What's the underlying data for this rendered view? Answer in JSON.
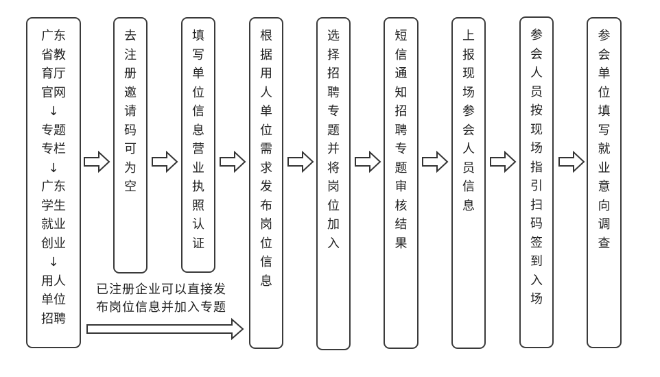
{
  "diagram": {
    "type": "flowchart",
    "direction": "left-to-right",
    "start_box": {
      "lines": [
        "广东",
        "省教",
        "育厅",
        "官网",
        "↓",
        "专题",
        "专栏",
        "↓",
        "广东",
        "学生",
        "就业",
        "创业",
        "↓",
        "用人",
        "单位",
        "招聘"
      ]
    },
    "steps": [
      {
        "text": "去注册邀请码可为空"
      },
      {
        "text": "填写单位信息营业执照认证"
      },
      {
        "text": "根据用人单位需求发布岗位信息"
      },
      {
        "text": "选择招聘专题并将岗位加入"
      },
      {
        "text": "短信通知招聘专题审核结果"
      },
      {
        "text": "上报现场参会人员信息"
      },
      {
        "text": "参会人员按现场指引扫码签到入场"
      },
      {
        "text": "参会单位填写就业意向调查"
      }
    ],
    "shortcut_note": {
      "lines": [
        "已注册企业可以直接发",
        "布岗位信息并加入专题"
      ]
    },
    "arrow_icon": "hollow-right-arrow"
  }
}
